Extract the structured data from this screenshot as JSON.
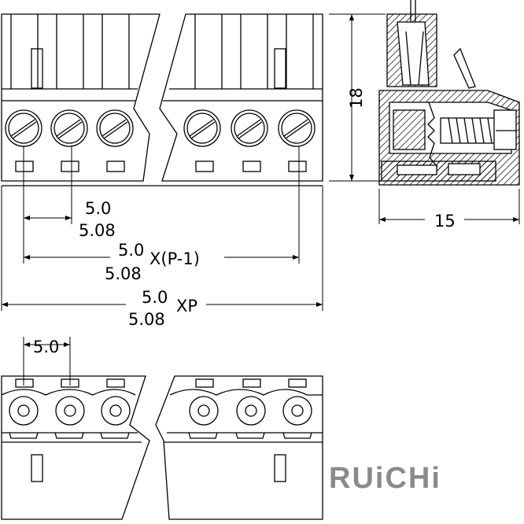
{
  "drawing": {
    "front_view": {
      "pitch_labels": [
        "5.0",
        "5.08"
      ],
      "span_labels": [
        "5.0",
        "5.08"
      ],
      "span_suffix": "X(P-1)",
      "total_labels": [
        "5.0",
        "5.08"
      ],
      "total_suffix": "XP"
    },
    "side_view": {
      "height_label": "18",
      "depth_label": "15"
    },
    "bottom_view": {
      "pitch_label": "5.0"
    }
  },
  "brand": {
    "logo_text": "RUiCHi",
    "logo_color": "#8a8a8a"
  },
  "colors": {
    "line": "#000000",
    "hatch": "#000000",
    "background": "#ffffff"
  }
}
